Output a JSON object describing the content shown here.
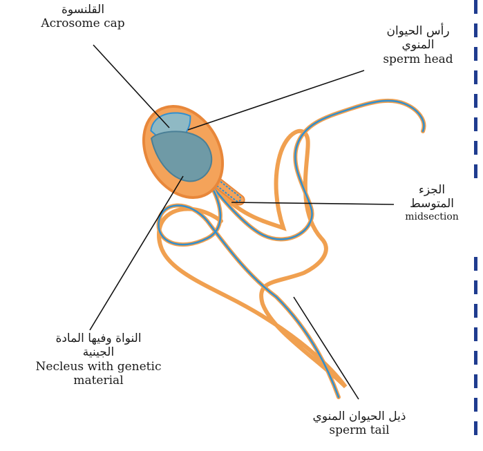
{
  "labels": {
    "acrosome": {
      "ar": "القلنسوة",
      "en": "Acrosome cap"
    },
    "head": {
      "ar1": "رأس الحيوان",
      "ar2": "المنوي",
      "en": "sperm head"
    },
    "midsection": {
      "ar1": "الجزء",
      "ar2": "المتوسط",
      "en": "midsection"
    },
    "nucleus": {
      "ar1": "النواة وفيها المادة",
      "ar2": "الجينية",
      "en1": "Necleus with genetic",
      "en2": "material"
    },
    "tail": {
      "ar": "ذيل الحيوان المنوي",
      "en": "sperm tail"
    }
  },
  "colors": {
    "head_fill": "#f4a35a",
    "head_outline": "#e8873a",
    "nucleus_fill": "#6f9aa6",
    "acrosome_fill": "#8fb9c4",
    "tail_blue": "#2f8fd0",
    "tail_orange": "#f0a050",
    "leader": "#111111",
    "border_dash": "#1f3c8f"
  }
}
